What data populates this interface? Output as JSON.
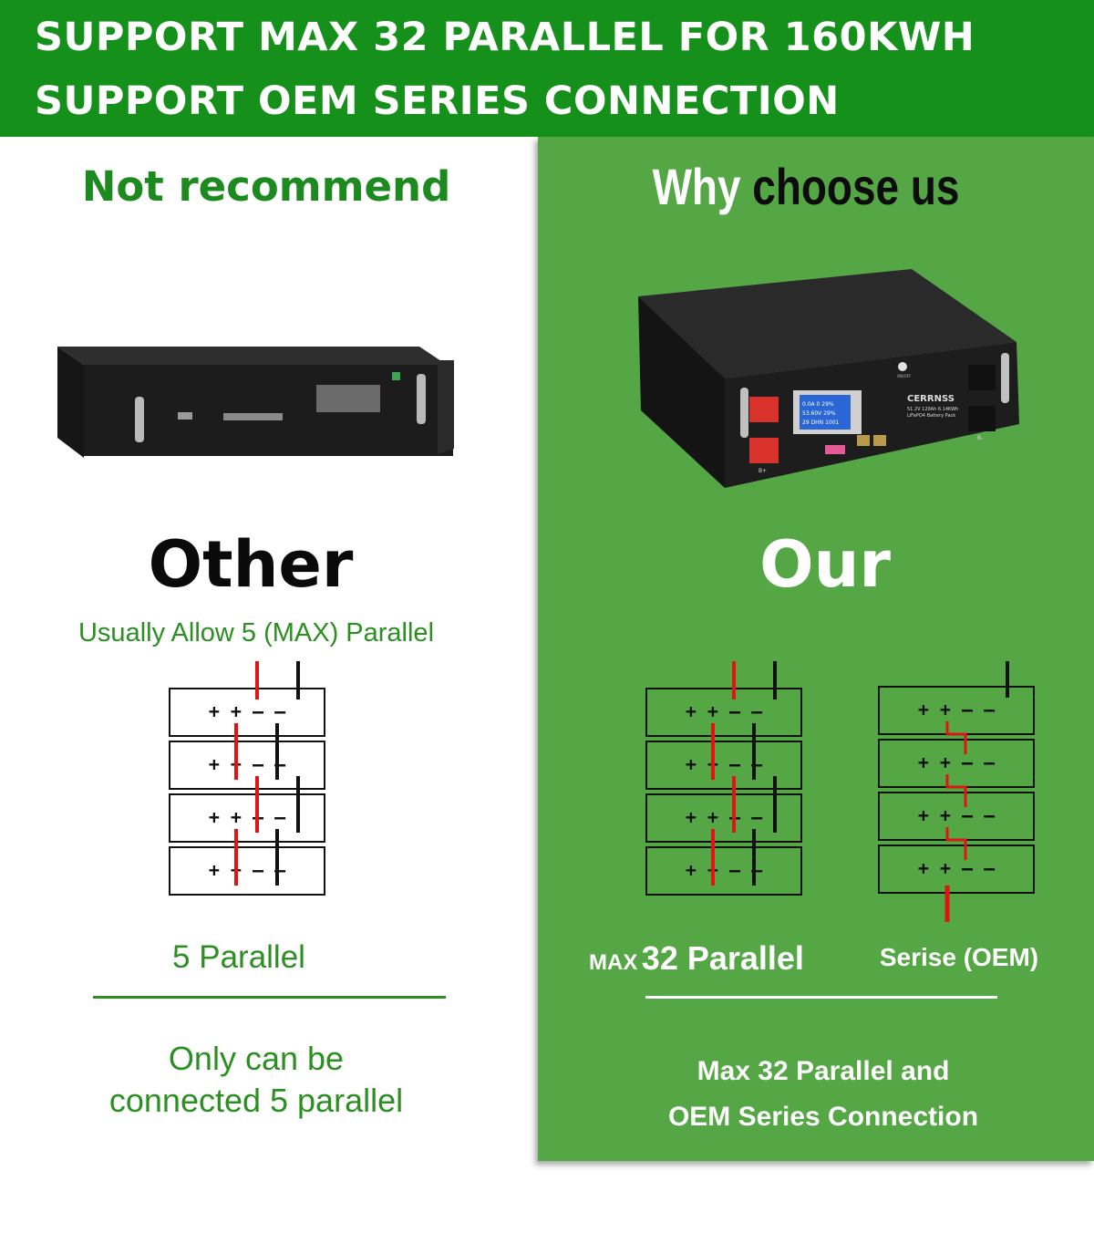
{
  "banner": {
    "line1": "SUPPORT MAX 32 PARALLEL FOR 160KWH",
    "line2": "SUPPORT OEM SERIES CONNECTION"
  },
  "left": {
    "heading": "Not recommend",
    "title": "Other",
    "subtitle": "Usually Allow 5 (MAX) Parallel",
    "diagram_caption": "5 Parallel",
    "footer_line1": "Only can be",
    "footer_line2": "connected 5 parallel",
    "module_terminals": "+ + – –"
  },
  "right": {
    "heading_word1": "Why",
    "heading_word2": "choose us",
    "title": "Our",
    "parallel_caption_small": "MAX",
    "parallel_caption_big": "32 Parallel",
    "series_caption": "Serise (OEM)",
    "footer_line1": "Max 32 Parallel and",
    "footer_line2": "OEM Series Connection",
    "module_terminals": "+ + – –"
  },
  "product": {
    "brand": "CERRNSS",
    "model_line1": "51.2V 120Ah 6.14KWh",
    "model_line2": "LiFePO4 Battery Pack",
    "lcd_line1": "0.0A  0  29%",
    "lcd_line2": "53.60V  29%",
    "lcd_line3": "29  DHN  1001",
    "terminal_pos": "B+",
    "terminal_neg": "B-",
    "power_label": "ON/OFF"
  },
  "colors": {
    "banner_green": "#15901a",
    "panel_green": "#54a744",
    "text_green": "#2b8f22",
    "positive_red": "#e01414",
    "negative_black": "#111111"
  }
}
